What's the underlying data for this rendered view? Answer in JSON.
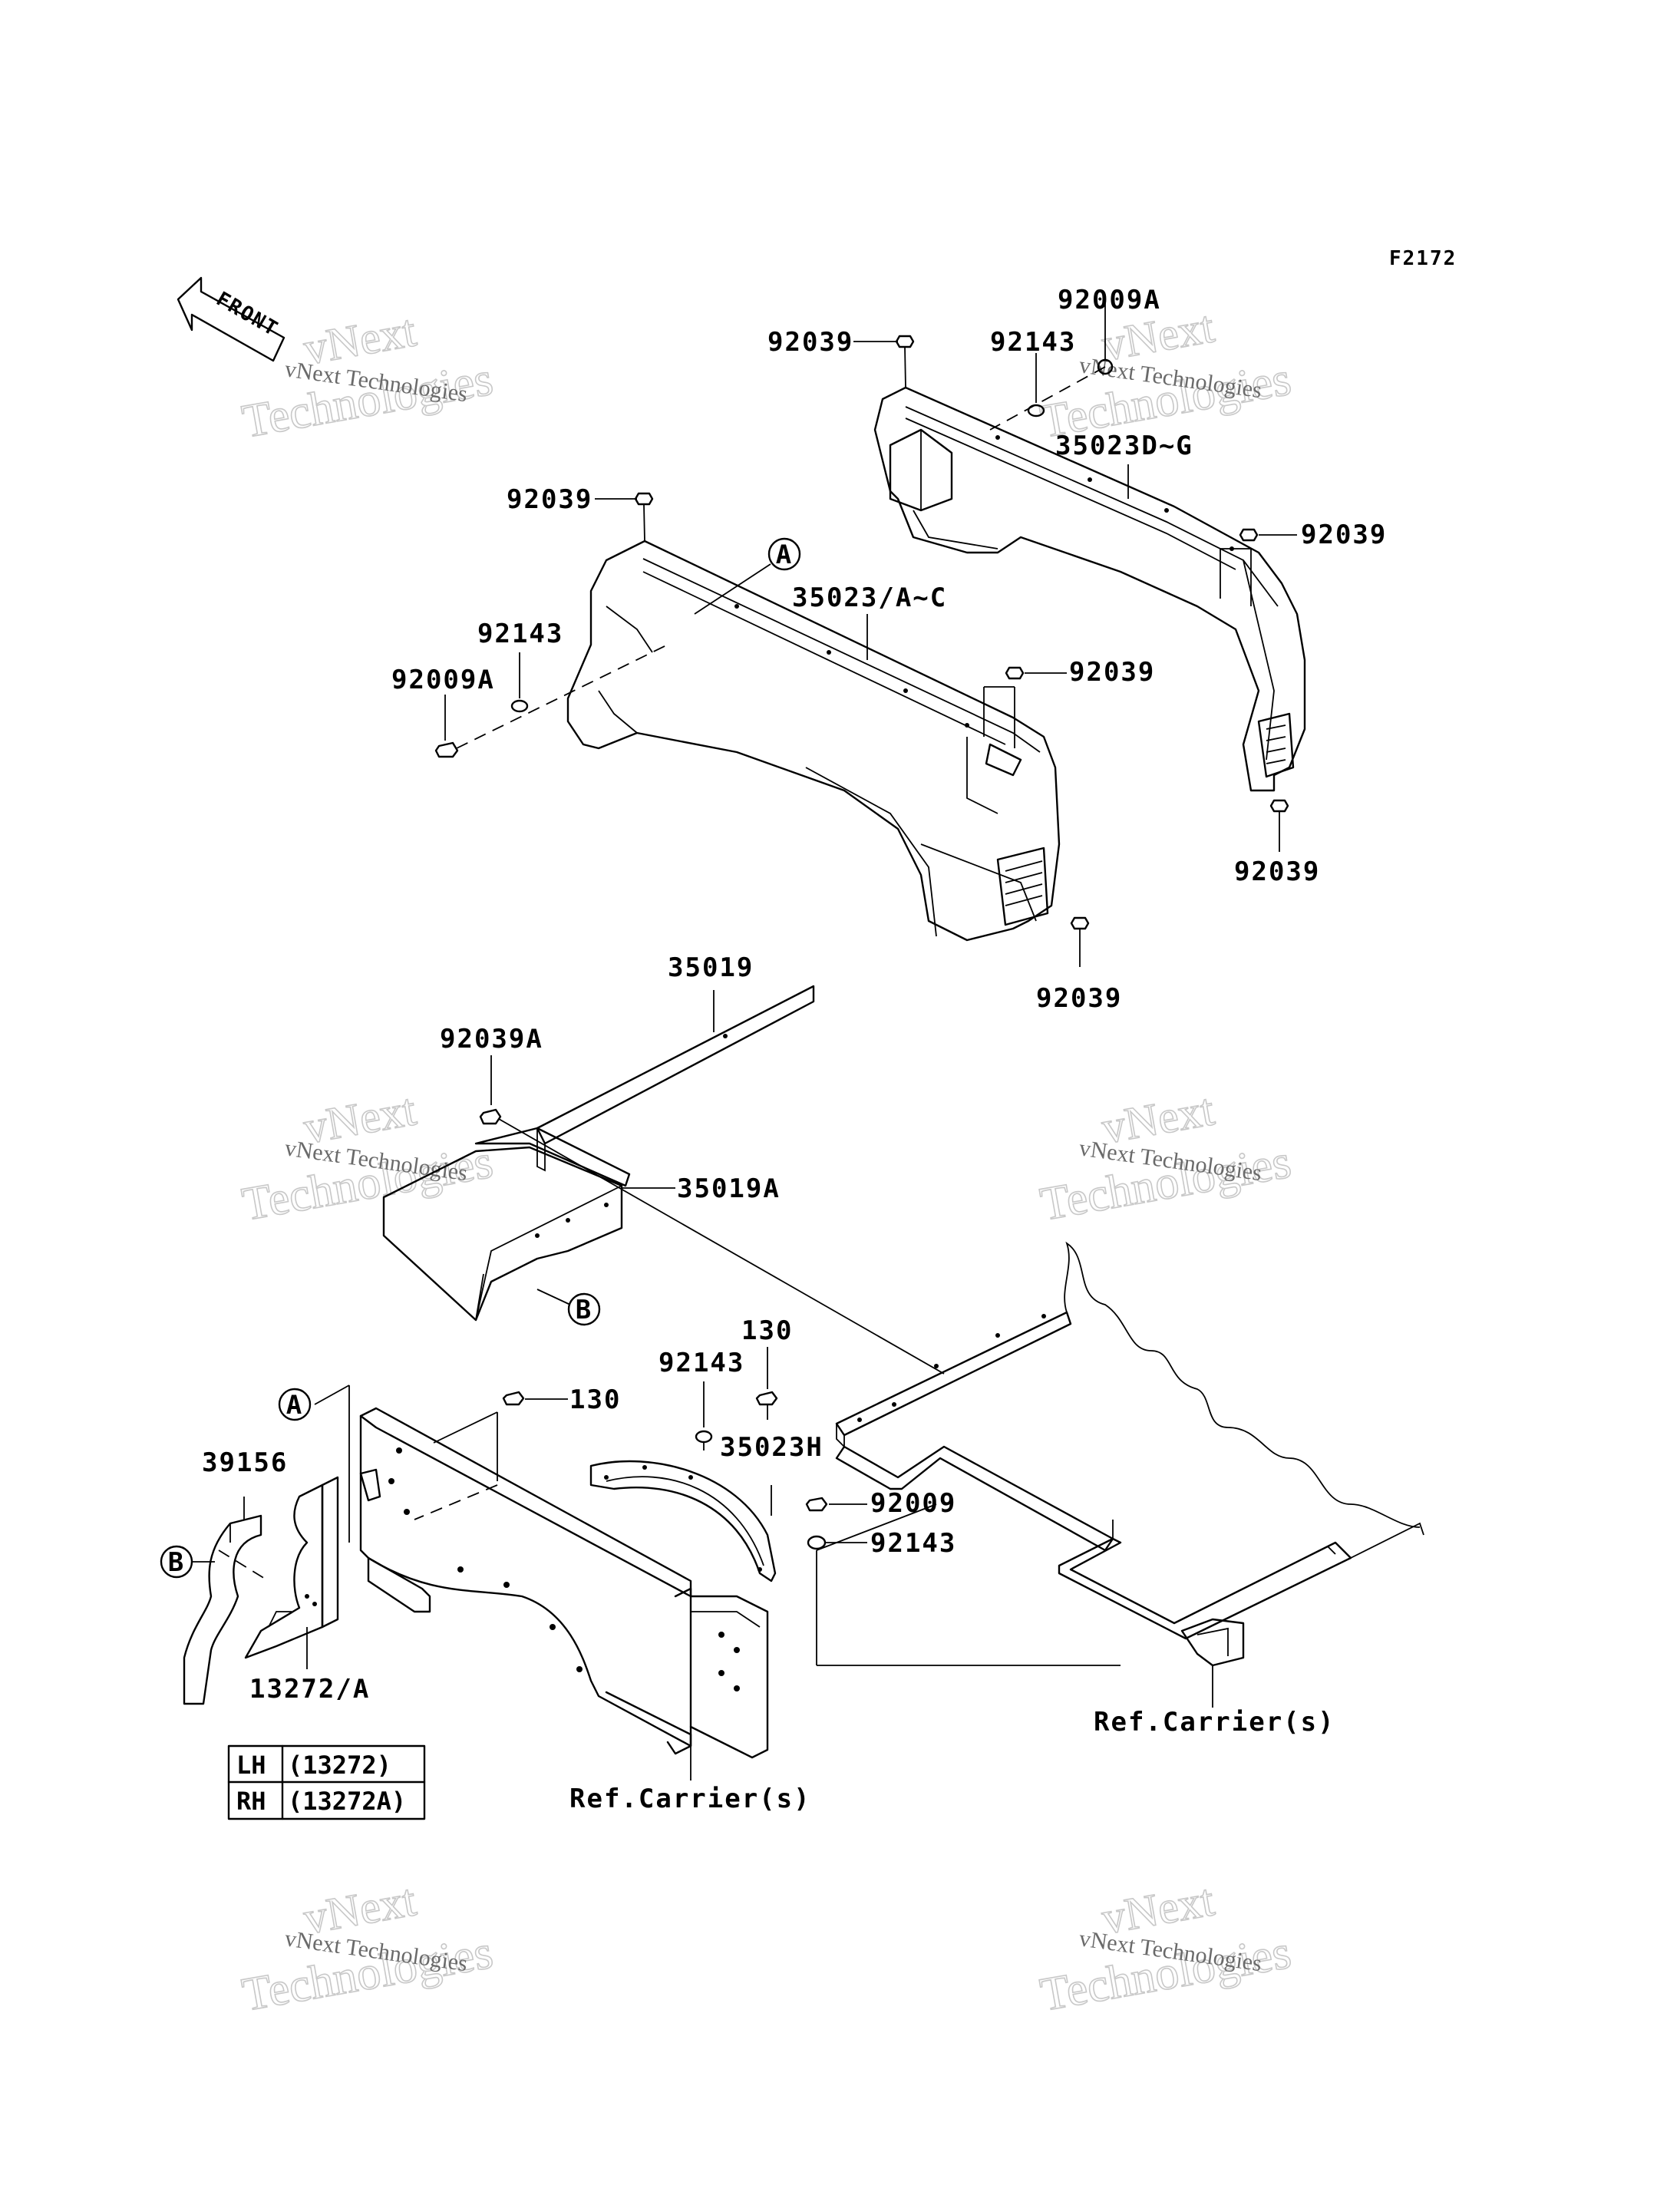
{
  "figure_id": "F2172",
  "front_label": "FRONT",
  "watermark": {
    "line1": "vNext",
    "line2": "Technologies",
    "caption": "vNext Technologies"
  },
  "callouts": {
    "p92039_a": "92039",
    "p92009A_a": "92009A",
    "p92143_a": "92143",
    "p35023DG": "35023D~G",
    "p92039_b": "92039",
    "p92039_c": "92039",
    "p92039_d": "92039",
    "p35023AC": "35023/A~C",
    "p92143_b": "92143",
    "p92009A_b": "92009A",
    "p92039_e": "92039",
    "p92039_f": "92039",
    "p35019": "35019",
    "p92039A": "92039A",
    "p35019A": "35019A",
    "p130_a": "130",
    "p92143_c": "92143",
    "p130_b": "130",
    "p35023H": "35023H",
    "p92009": "92009",
    "p92143_d": "92143",
    "p39156": "39156",
    "p13272A": "13272/A",
    "ref_carrier_a": "Ref.Carrier(s)",
    "ref_carrier_b": "Ref.Carrier(s)"
  },
  "markers": {
    "a1": "A",
    "a2": "A",
    "b1": "B",
    "b2": "B"
  },
  "side_table": {
    "rows": [
      {
        "side": "LH",
        "part": "(13272)"
      },
      {
        "side": "RH",
        "part": "(13272A)"
      }
    ]
  }
}
